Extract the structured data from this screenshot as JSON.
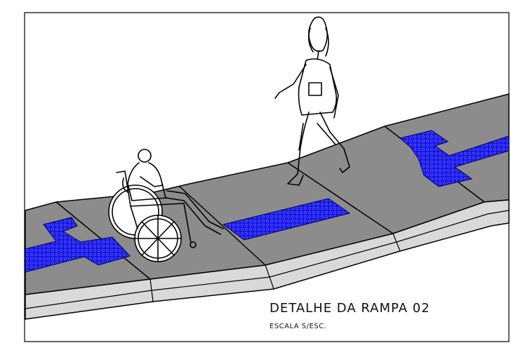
{
  "caption": {
    "title": "DETALHE DA RAMPA 02",
    "scale": "ESCALA S/ESC."
  },
  "colors": {
    "ramp_surface": "#8c8c8c",
    "curb_face": "#d9d9d9",
    "tactile_paving": "#1414e6",
    "linework": "#000000",
    "background": "#ffffff"
  },
  "figures": {
    "wheelchair_user": "wheelchair-user-figure",
    "pedestrian": "walking-woman-figure"
  }
}
